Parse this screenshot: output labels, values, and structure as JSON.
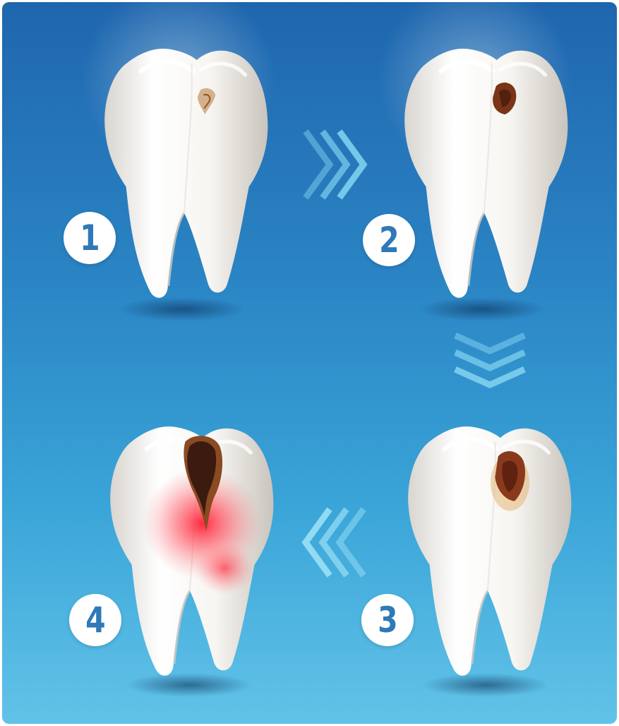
{
  "stages": [
    {
      "number": "1"
    },
    {
      "number": "2"
    },
    {
      "number": "3"
    },
    {
      "number": "4"
    }
  ],
  "colors": {
    "background_top": "#1f66ae",
    "background_bottom": "#62c3e8",
    "tooth": "#f4f2ee",
    "badge_text": "#2f79b8",
    "decay_dark": "#3b1a10",
    "inflammation": "#ff2a3a",
    "arrow": "#7fd0ee"
  },
  "icons": [
    "tooth-icon",
    "chevron-right-icon",
    "chevron-down-icon",
    "chevron-left-icon"
  ]
}
